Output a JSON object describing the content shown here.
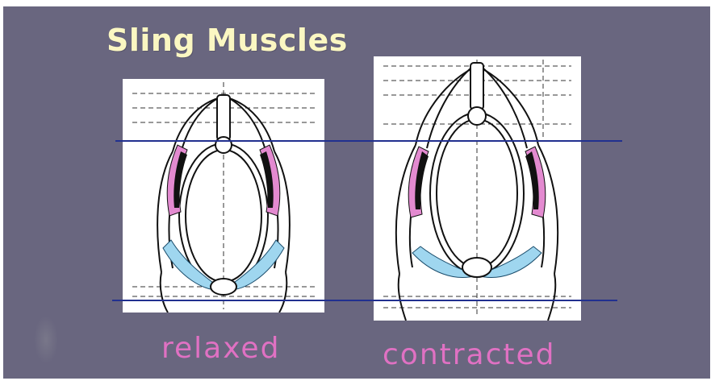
{
  "slide": {
    "title": "Sling Muscles",
    "background_color": "#69667f",
    "title_color": "#fbf7c2",
    "label_color": "#e071c3",
    "guide_line_color": "#21308f"
  },
  "panels": [
    {
      "name": "relaxed",
      "label": "relaxed",
      "muscle_colors": {
        "upper": "#e38ad0",
        "lower": "#9fd6ef"
      }
    },
    {
      "name": "contracted",
      "label": "contracted",
      "muscle_colors": {
        "upper": "#e38ad0",
        "lower": "#9fd6ef"
      }
    }
  ]
}
